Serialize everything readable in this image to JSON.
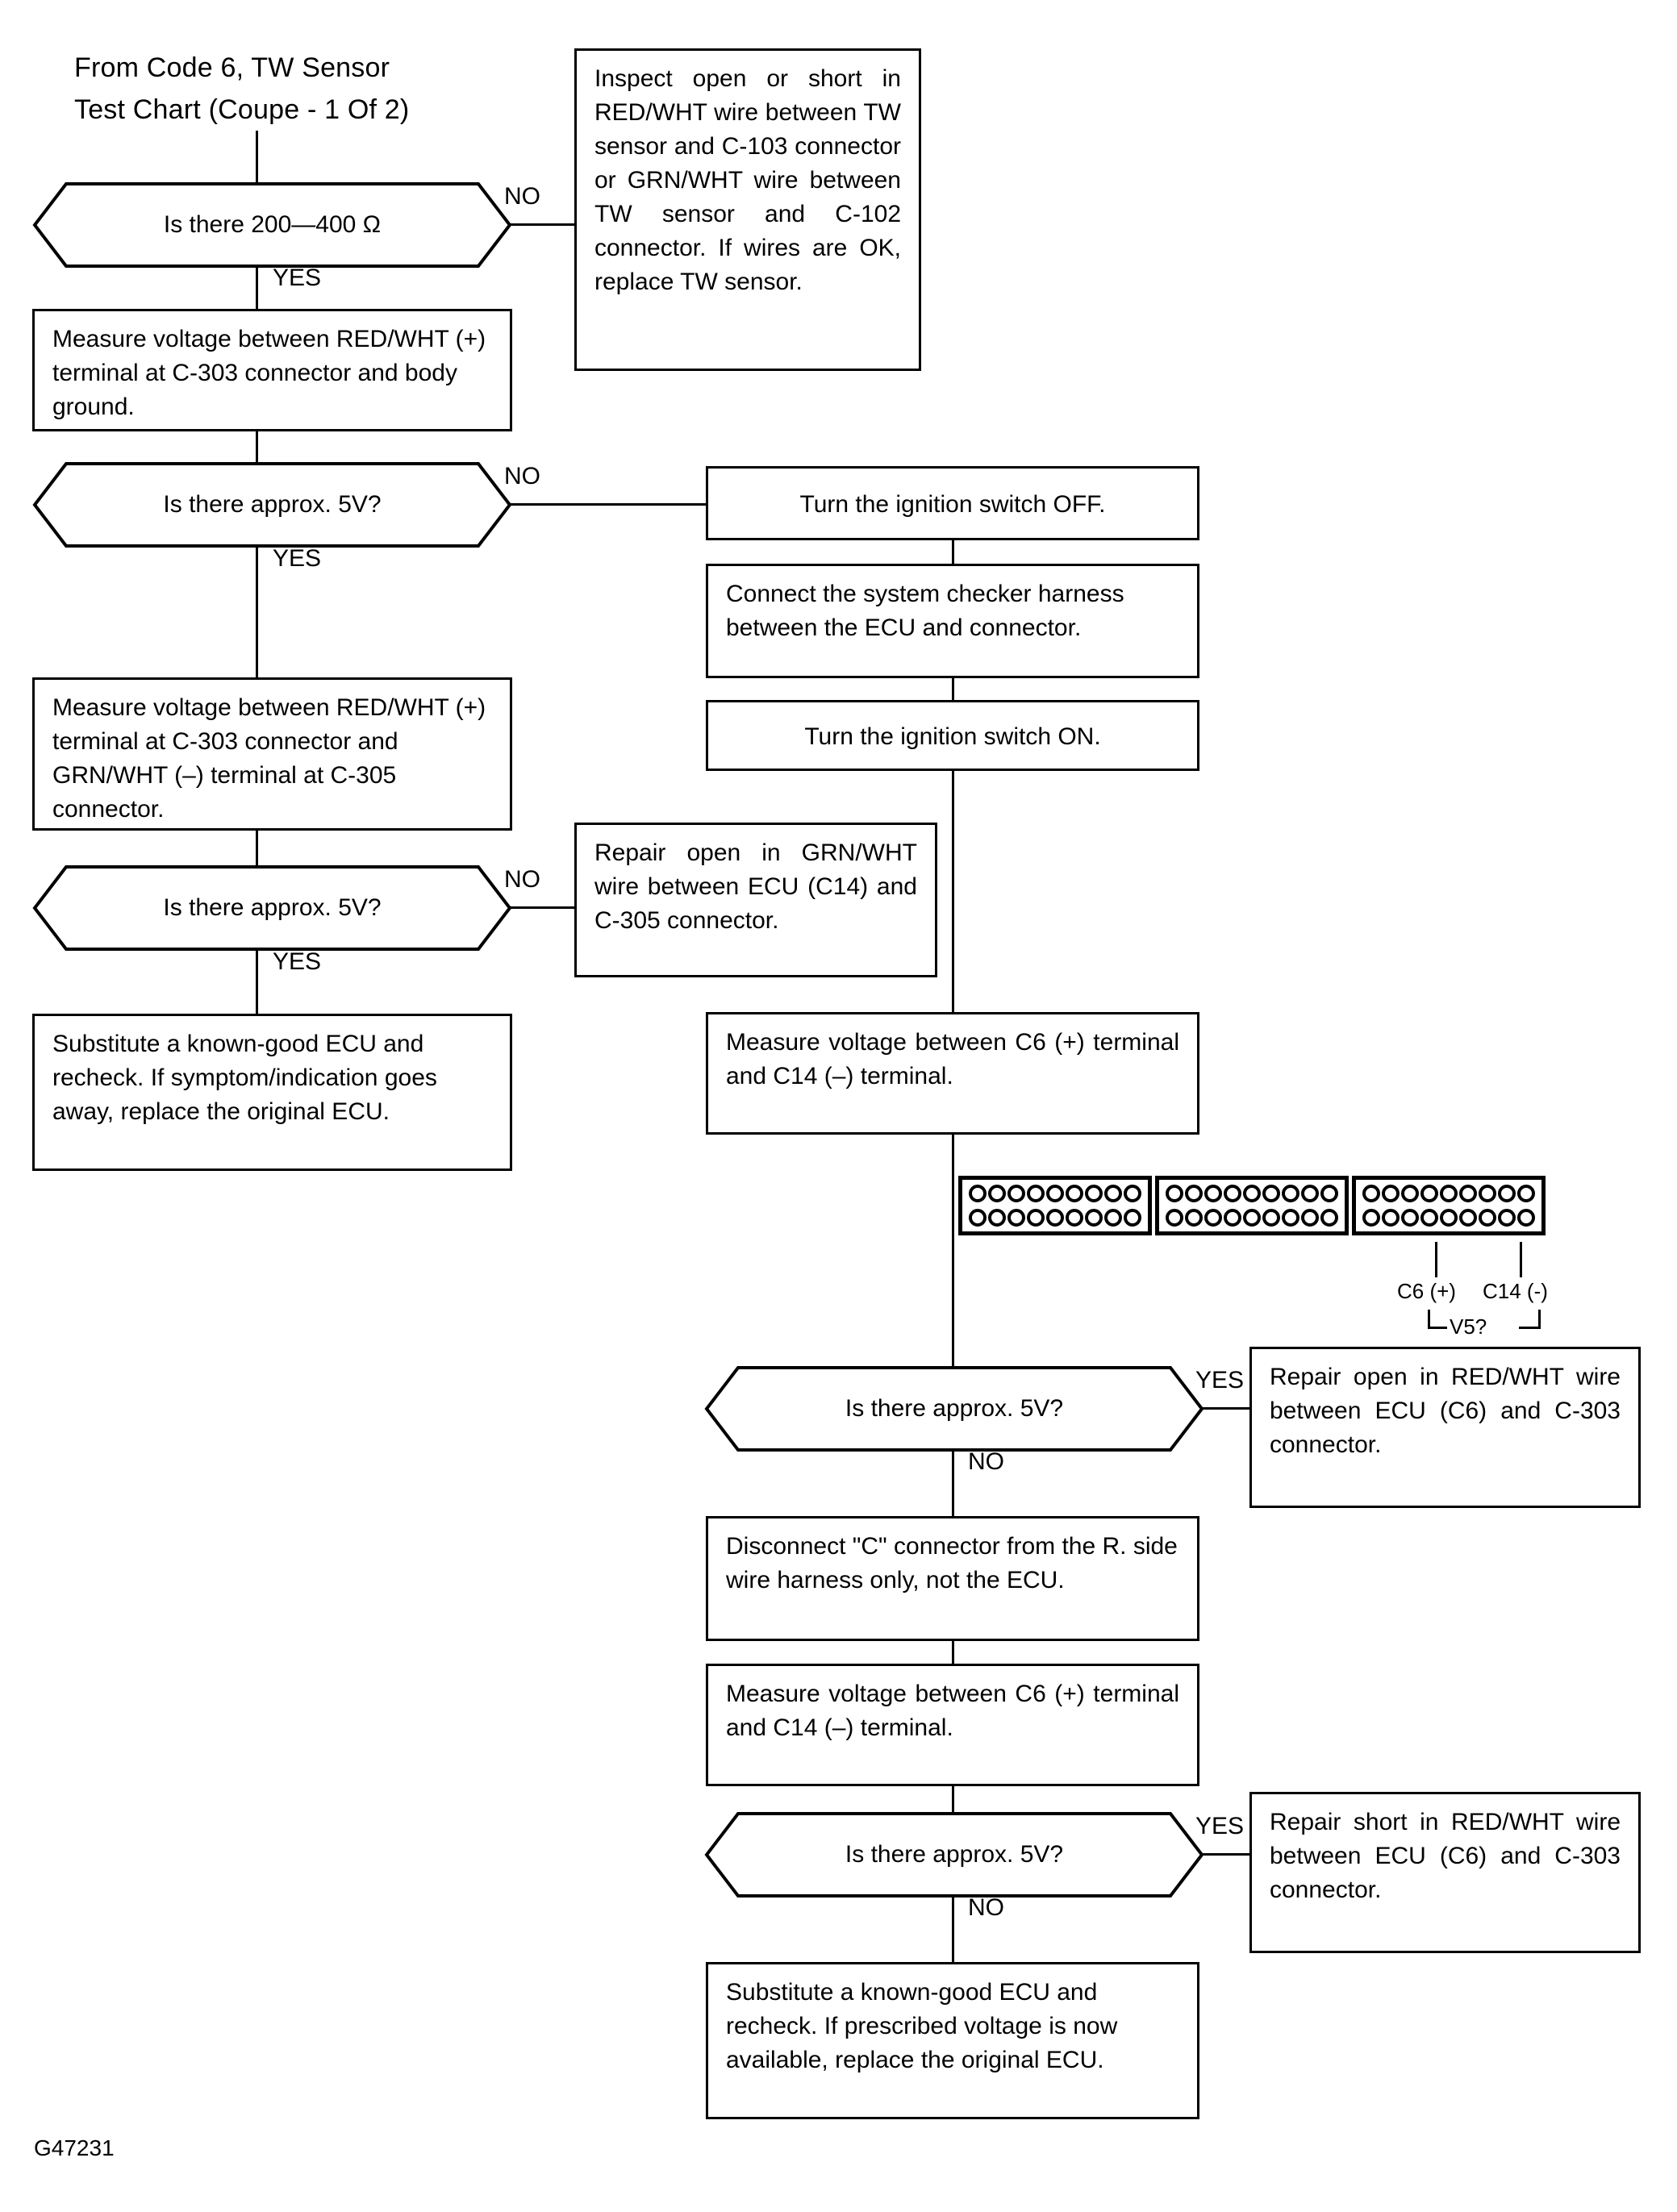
{
  "document": {
    "title_line1": "From Code 6, TW Sensor",
    "title_line2": "Test Chart (Coupe - 1 Of 2)",
    "figure_code": "G47231"
  },
  "branch_labels": {
    "yes": "YES",
    "no": "NO"
  },
  "nodes": {
    "d1": {
      "text": "Is there 200—400 Ω"
    },
    "b_inspect": {
      "text": "Inspect open or short in RED/WHT wire between TW sensor and C-103 connector or GRN/WHT wire between TW sensor and C-102 connector. If wires are OK, replace TW sensor."
    },
    "b_measure1": {
      "text": "Measure voltage between RED/WHT (+) terminal at C-303 connector and body ground."
    },
    "d2": {
      "text": "Is there approx. 5V?"
    },
    "b_ign_off": {
      "text": "Turn the ignition switch OFF."
    },
    "b_checker": {
      "text": "Connect the system checker harness between the ECU and connector."
    },
    "b_ign_on": {
      "text": "Turn the ignition switch ON."
    },
    "b_measure2": {
      "text": "Measure voltage between RED/WHT (+) terminal at C-303 connector and GRN/WHT (–) terminal at C-305 connector."
    },
    "d3": {
      "text": "Is there approx. 5V?"
    },
    "b_repair_grn": {
      "text": "Repair open in GRN/WHT wire between ECU (C14) and C-305 connector."
    },
    "b_sub_ecu1": {
      "text": "Substitute a known-good ECU and recheck. If symptom/indication goes away, replace the original ECU."
    },
    "b_measure_c6_a": {
      "text": "Measure voltage between C6 (+) terminal and C14 (–) terminal."
    },
    "d4": {
      "text": "Is there approx. 5V?"
    },
    "b_repair_open_red": {
      "text": "Repair open in RED/WHT wire between ECU (C6) and C-303 connector."
    },
    "b_disconnect": {
      "text": "Disconnect \"C\" connector from the R. side wire harness only, not the ECU."
    },
    "b_measure_c6_b": {
      "text": "Measure voltage between C6 (+) terminal and C14 (–) terminal."
    },
    "d5": {
      "text": "Is there approx. 5V?"
    },
    "b_repair_short_red": {
      "text": "Repair short in RED/WHT wire between ECU (C6) and C-303 connector."
    },
    "b_sub_ecu2": {
      "text": "Substitute a known-good ECU and recheck. If prescribed voltage is now available, replace the original ECU."
    }
  },
  "connector_diagram": {
    "blocks": [
      {
        "rows": 2,
        "pins_per_row": 9
      },
      {
        "rows": 2,
        "pins_per_row": 9
      },
      {
        "rows": 2,
        "pins_per_row": 9
      }
    ],
    "label_c6": "C6 (+)",
    "label_c14": "C14 (-)",
    "label_measurement": "V5?"
  }
}
